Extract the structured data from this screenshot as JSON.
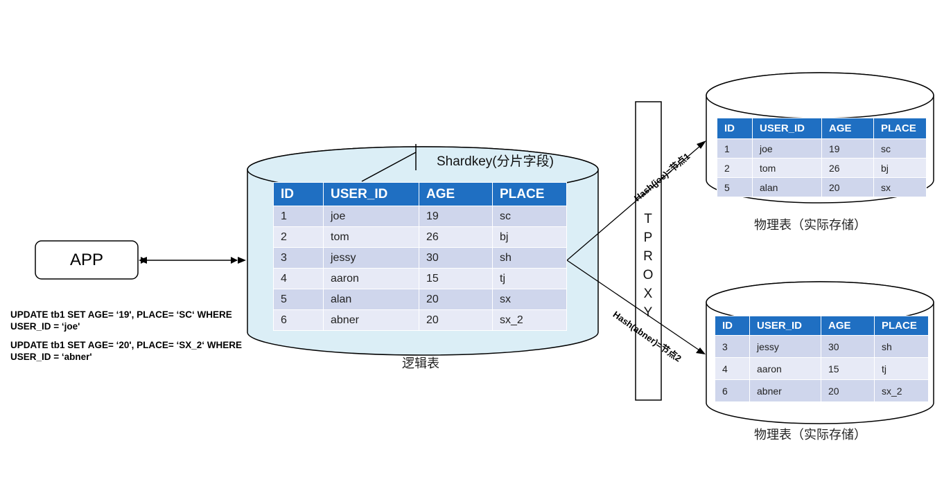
{
  "app": {
    "label": "APP"
  },
  "shardkey_label": "Shardkey(分片字段)",
  "logical": {
    "caption": "逻辑表",
    "headers": [
      "ID",
      "USER_ID",
      "AGE",
      "PLACE"
    ],
    "rows": [
      [
        "1",
        "joe",
        "19",
        "sc"
      ],
      [
        "2",
        "tom",
        "26",
        "bj"
      ],
      [
        "3",
        "jessy",
        "30",
        "sh"
      ],
      [
        "4",
        "aaron",
        "15",
        "tj"
      ],
      [
        "5",
        "alan",
        "20",
        "sx"
      ],
      [
        "6",
        "abner",
        "20",
        "sx_2"
      ]
    ]
  },
  "sql": [
    {
      "line1": "UPDATE tb1 SET AGE= ‘19', PLACE= ‘SC‘ WHERE",
      "line2": "USER_ID = ‘joe'"
    },
    {
      "line1": "UPDATE tb1 SET AGE= ‘20', PLACE= ‘SX_2‘ WHERE",
      "line2": "USER_ID = ‘abner'"
    }
  ],
  "proxy": {
    "letters": [
      "T",
      "P",
      "R",
      "O",
      "X",
      "Y"
    ]
  },
  "edges": {
    "to_node1": "Hash(joe)=节点1",
    "to_node2": "Hash(abner)=节点2"
  },
  "node1": {
    "caption": "物理表（实际存储）",
    "headers": [
      "ID",
      "USER_ID",
      "AGE",
      "PLACE"
    ],
    "rows": [
      [
        "1",
        "joe",
        "19",
        "sc"
      ],
      [
        "2",
        "tom",
        "26",
        "bj"
      ],
      [
        "5",
        "alan",
        "20",
        "sx"
      ]
    ]
  },
  "node2": {
    "caption": "物理表（实际存储）",
    "headers": [
      "ID",
      "USER_ID",
      "AGE",
      "PLACE"
    ],
    "rows": [
      [
        "3",
        "jessy",
        "30",
        "sh"
      ],
      [
        "4",
        "aaron",
        "15",
        "tj"
      ],
      [
        "6",
        "abner",
        "20",
        "sx_2"
      ]
    ]
  },
  "colors": {
    "header_blue": "#1f6fc2",
    "row_odd": "#cfd6ec",
    "row_even": "#e7eaf6",
    "cylinder_fill": "#dbeef6"
  }
}
